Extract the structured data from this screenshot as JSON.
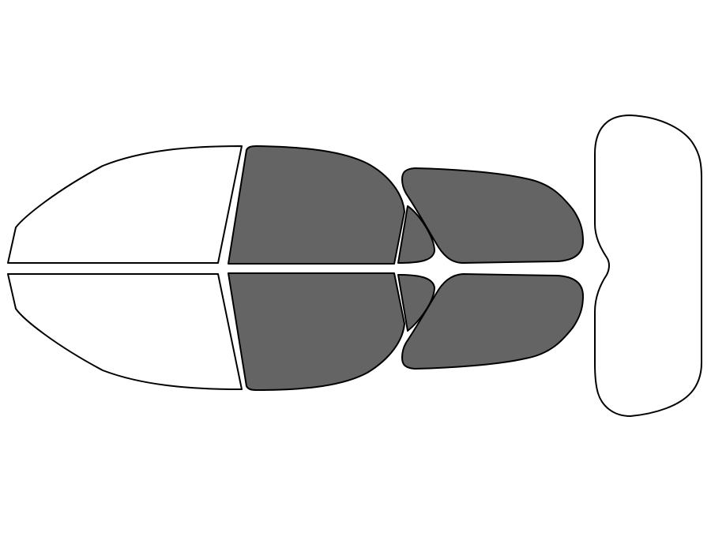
{
  "colors": {
    "background": "#ffffff",
    "outline": "#000000",
    "tinted": "#646464",
    "untinted": "#ffffff"
  },
  "panes": [
    {
      "name": "windshield-left-pane",
      "tinted": false
    },
    {
      "name": "windshield-right-pane",
      "tinted": false
    },
    {
      "name": "front-door-window-left",
      "tinted": true
    },
    {
      "name": "front-door-window-right",
      "tinted": true
    },
    {
      "name": "rear-vent-window-left",
      "tinted": true
    },
    {
      "name": "rear-vent-window-right",
      "tinted": true
    },
    {
      "name": "rear-door-window-left",
      "tinted": true
    },
    {
      "name": "rear-door-window-right",
      "tinted": true
    },
    {
      "name": "rear-windshield",
      "tinted": false
    }
  ]
}
